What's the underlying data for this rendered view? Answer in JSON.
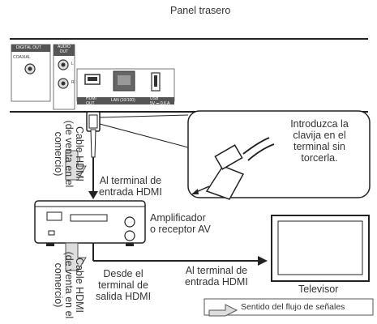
{
  "title": "Panel trasero",
  "panel": {
    "digital_out": "DIGITAL OUT",
    "coaxial": "COAXIAL",
    "audio_out": "AUDIO\nOUT",
    "l": "L",
    "r": "R",
    "hdmi_out": "HDMI\nOUT",
    "lan": "LAN (10/100)",
    "usb": "USB\n5V ⎓ 0.6 A"
  },
  "callout_text": "Introduzca la\nclavija en el\nterminal sin\ntorcerla.",
  "cable_top": "Cable HDMI\n(de venta en el\ncomercio)",
  "cable_bottom": "Cable HDMI\n(de venta en el\ncomercio)",
  "to_hdmi_in_1": "Al terminal de\nentrada HDMI",
  "amplifier": "Amplificador\no receptor AV",
  "from_hdmi_out": "Desde el\nterminal de\nsalida HDMI",
  "to_hdmi_in_2": "Al terminal de\nentrada HDMI",
  "tv": "Televisor",
  "legend": "Sentido del flujo de señales",
  "colors": {
    "line": "#222222",
    "fill_light": "#e6e6e6",
    "fill_mid": "#bdbdbd",
    "panel_dark": "#555555"
  }
}
